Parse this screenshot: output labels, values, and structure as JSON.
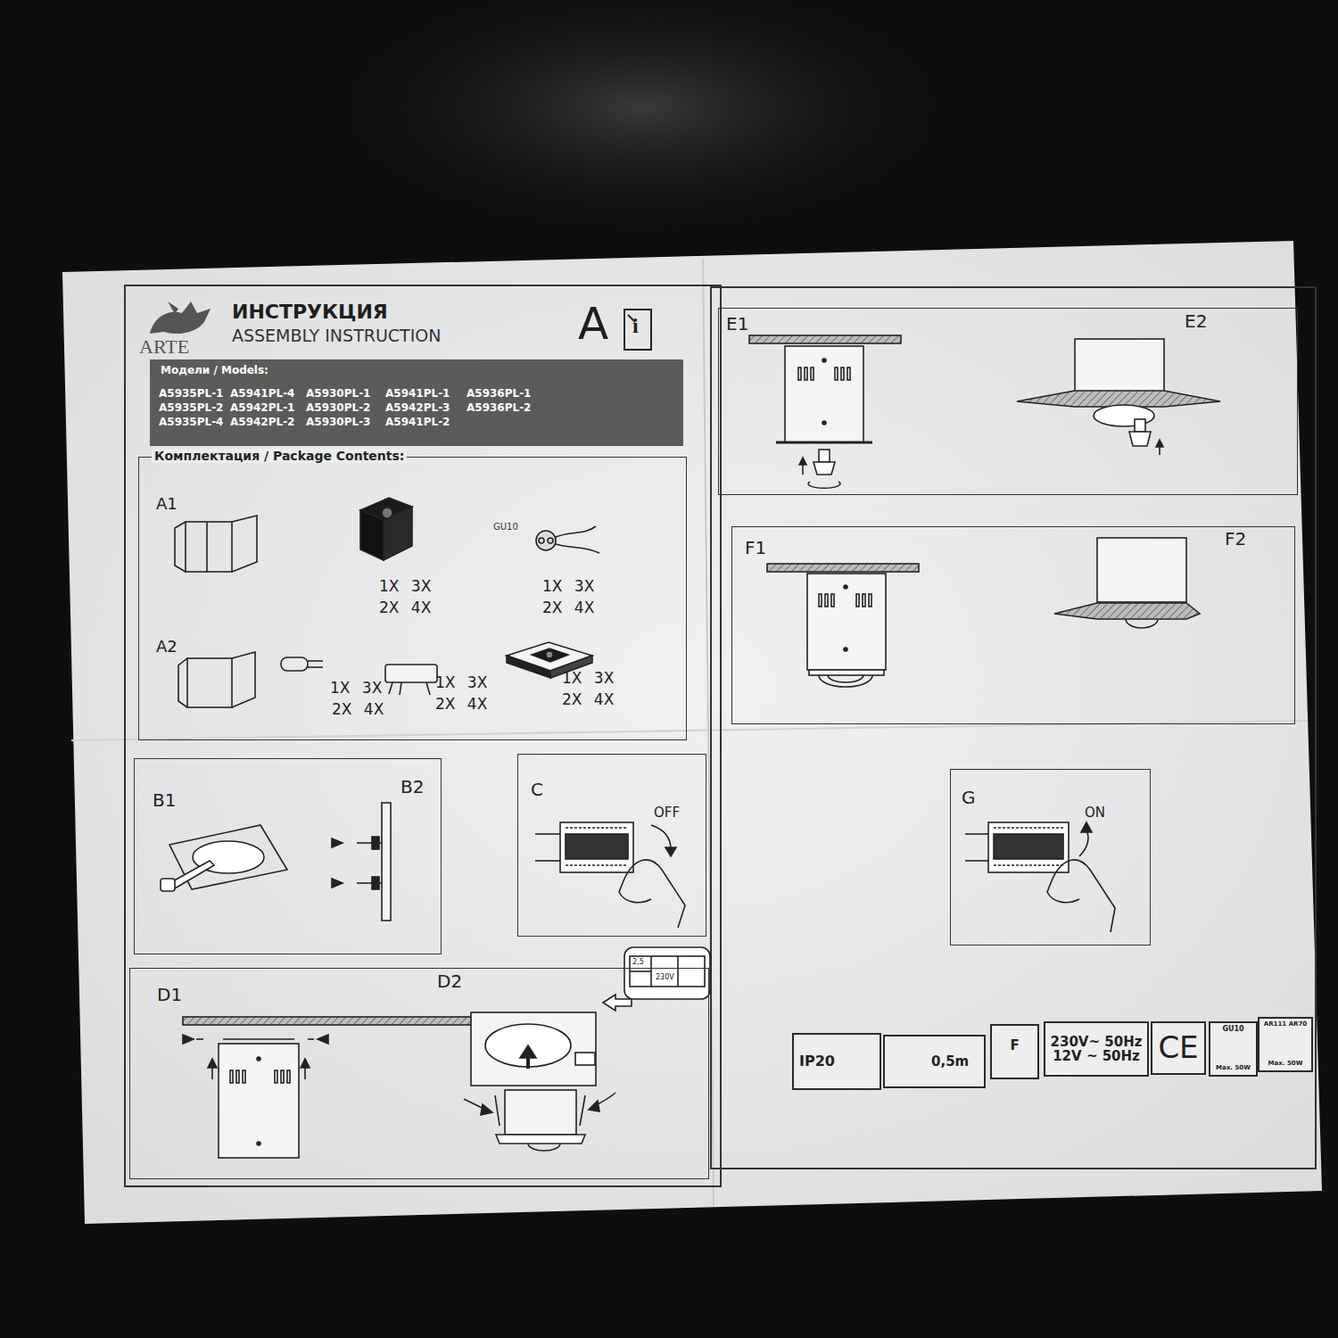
{
  "diagram": {
    "title": "ИНСТРУКЦИЯ",
    "nodes": [
      {
        "text": [
          "Модели / Models:",
          "A5935PL-1 A5935PL-2 A5935PL-4",
          "A5941PL-4 A5942PL-1 A5942PL-2",
          "A5930PL-1 A5930PL-2 A5930PL-3",
          "A5941PL-1 A5942PL-3 A5941PL-2",
          "A5936PL-1 A5936PL-2"
        ]
      },
      {
        "text": [
          "Комплектация / Package Contents:"
        ]
      },
      {
        "text": [
          "B1",
          "B2"
        ]
      },
      {
        "text": [
          "C",
          "OFF"
        ]
      },
      {
        "text": [
          "D1",
          "D2"
        ]
      },
      {
        "text": [
          "E1",
          "E2"
        ]
      },
      {
        "text": [
          "F1",
          "F2"
        ]
      },
      {
        "text": [
          "G",
          "ON"
        ]
      },
      {
        "text": [
          "IP20"
        ]
      },
      {
        "text": [
          "0,5m"
        ]
      },
      {
        "text": [
          "F"
        ]
      },
      {
        "text": [
          "230V~ 50Hz",
          "12V ~ 50Hz"
        ]
      },
      {
        "text": [
          "CE"
        ]
      },
      {
        "text": [
          "GU10",
          "Max. 50W"
        ]
      },
      {
        "text": [
          "AR111 AR70",
          "Max. 50W"
        ]
      }
    ],
    "labels": [
      "ARTE",
      "ASSEMBLY INSTRUCTION",
      "A",
      "i",
      "A1",
      "GU10",
      "1X 3X",
      "2X 4X",
      "1X 3X",
      "2X 4X",
      "A2",
      "1X 3X",
      "2X 4X",
      "1X 3X",
      "2X 4X",
      "1X 3X",
      "2X 4X",
      "2,5",
      "230V"
    ]
  }
}
